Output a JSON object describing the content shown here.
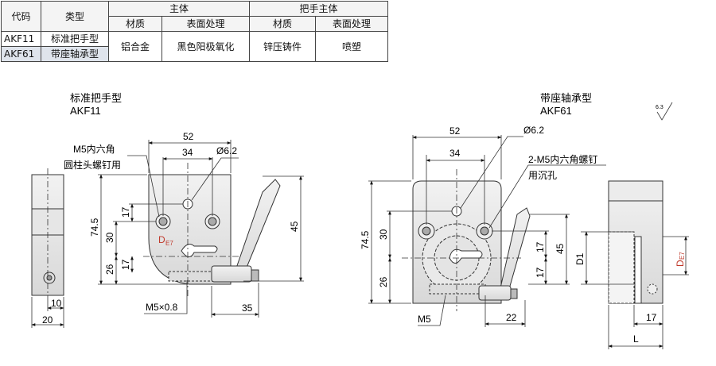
{
  "table": {
    "h_code": "代码",
    "h_type": "类型",
    "h_body": "主体",
    "h_handle": "把手主体",
    "h_material": "材质",
    "h_surface": "表面处理",
    "h_material2": "材质",
    "h_surface2": "表面处理",
    "rows": [
      {
        "code": "AKF11",
        "type": "标准把手型"
      },
      {
        "code": "AKF61",
        "type": "带座轴承型"
      }
    ],
    "body_material": "铝合金",
    "body_surface": "黑色阳极氧化",
    "handle_material": "锌压铸件",
    "handle_surface": "喷塑"
  },
  "left": {
    "title": "标准把手型",
    "code": "AKF11",
    "screw_label_1": "M5内六角",
    "screw_label_2": "圆柱头螺钉用",
    "hole_dia": "Ø6.2",
    "de7": "D",
    "de7_sub": "E7",
    "dims": {
      "w52": "52",
      "w34": "34",
      "h745": "74.5",
      "h30": "30",
      "h17a": "17",
      "h17b": "17",
      "h26": "26",
      "h45": "45",
      "w35": "35",
      "w10": "10",
      "w20": "20",
      "thread": "M5×0.8"
    }
  },
  "right": {
    "title": "带座轴承型",
    "code": "AKF61",
    "roughness": "6.3",
    "hole_dia": "Ø6.2",
    "screw_label_1": "2-M5内六角螺钉",
    "screw_label_2": "用沉孔",
    "de7": "D",
    "de7_sub": "E7",
    "dims": {
      "w52": "52",
      "w34": "34",
      "h745": "74.5",
      "h30": "30",
      "h17a": "17",
      "h17b": "17",
      "h26": "26",
      "h45": "45",
      "w22": "22",
      "d1": "D1",
      "w17": "17",
      "l": "L",
      "m5": "M5"
    }
  }
}
